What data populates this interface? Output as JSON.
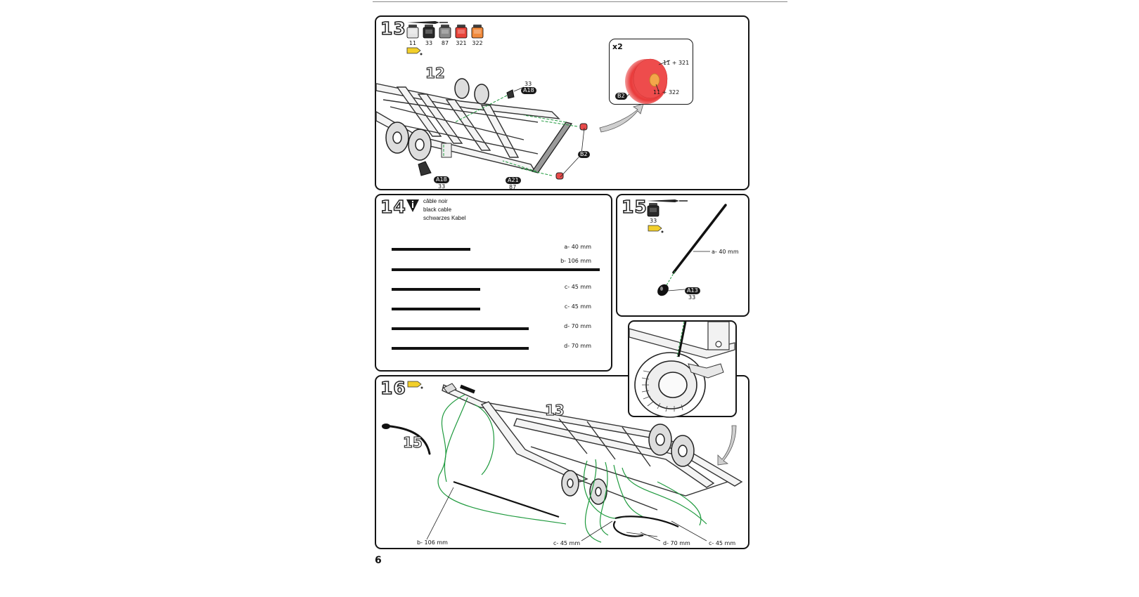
{
  "step13": {
    "number": "13",
    "paints": [
      {
        "code": "11",
        "color": "#e4e4e4"
      },
      {
        "code": "33",
        "color": "#2a2a2a"
      },
      {
        "code": "87",
        "color": "#8a8a8a"
      },
      {
        "code": "321",
        "color": "#e8443a"
      },
      {
        "code": "322",
        "color": "#f08a3c"
      }
    ],
    "subassembly": "12",
    "parts": {
      "a18_top": {
        "code": "33",
        "tag": "A18"
      },
      "a18_bottom": {
        "code": "33",
        "tag": "A18"
      },
      "a21": {
        "code": "87",
        "tag": "A21"
      },
      "b2": {
        "tag": "B2"
      }
    },
    "detail": {
      "multiplier": "x2",
      "label_outer": "11 + 321",
      "label_inner": "11 + 322",
      "tag": "B2"
    }
  },
  "step14": {
    "number": "14",
    "notes": [
      "câble noir",
      "black cable",
      "schwarzes Kabel"
    ],
    "cables": [
      {
        "label": "a- 40 mm",
        "length": 40
      },
      {
        "label": "b- 106 mm",
        "length": 106
      },
      {
        "label": "c- 45 mm",
        "length": 45
      },
      {
        "label": "c- 45 mm",
        "length": 45
      },
      {
        "label": "d- 70 mm",
        "length": 70
      },
      {
        "label": "d- 70 mm",
        "length": 70
      }
    ]
  },
  "step15": {
    "number": "15",
    "paint_code": "33",
    "cable_label": "a- 40 mm",
    "part": {
      "tag": "A13",
      "code": "33"
    }
  },
  "step16": {
    "number": "16",
    "subassembly": "13",
    "cable_ref": "15",
    "labels": {
      "b": "b- 106 mm",
      "c_left": "c- 45 mm",
      "d": "d- 70 mm",
      "c_right": "c- 45 mm"
    }
  },
  "page_number": "6",
  "colors": {
    "guide_green": "#1f9a3e",
    "glue_yellow": "#f2cf2a",
    "outline": "#151515"
  }
}
